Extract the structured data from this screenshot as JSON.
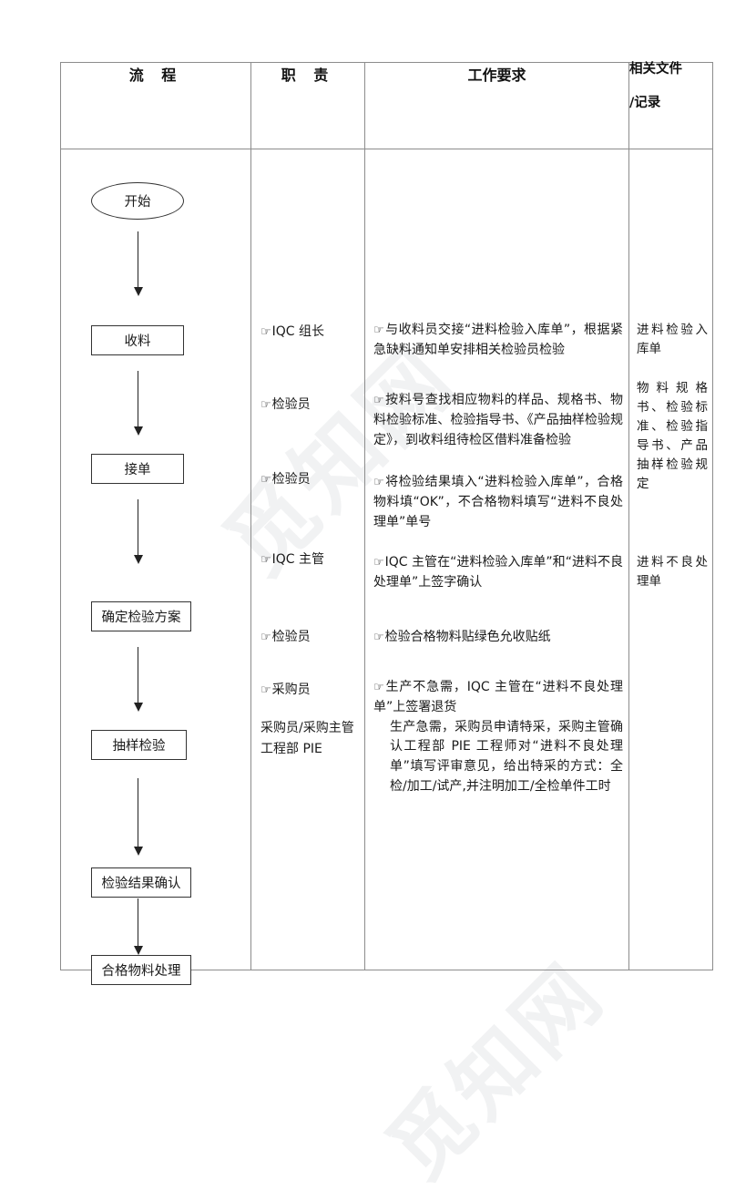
{
  "document": {
    "watermark_text": "觅知网"
  },
  "table": {
    "headers": {
      "flow": "流  程",
      "duty": "职  责",
      "requirement": "工作要求",
      "doc_line1": "相关文件",
      "doc_line2": "/记录"
    },
    "flow_nodes": [
      {
        "id": "start",
        "shape": "oval",
        "label": "开始"
      },
      {
        "id": "receive",
        "shape": "rect",
        "label": "收料"
      },
      {
        "id": "accept",
        "shape": "rect",
        "label": "接单"
      },
      {
        "id": "plan",
        "shape": "rect",
        "label": "确定检验方案"
      },
      {
        "id": "sampling",
        "shape": "rect",
        "label": "抽样检验"
      },
      {
        "id": "confirm",
        "shape": "rect",
        "label": "检验结果确认"
      },
      {
        "id": "handle",
        "shape": "rect",
        "label": "合格物料处理"
      }
    ],
    "duties": [
      {
        "marker": "☞",
        "label": "IQC 组长"
      },
      {
        "marker": "☞",
        "label": "检验员"
      },
      {
        "marker": "☞",
        "label": "检验员"
      },
      {
        "marker": "☞",
        "label": "IQC 主管"
      },
      {
        "marker": "☞",
        "label": "检验员"
      },
      {
        "marker": "☞",
        "label": "采购员"
      },
      {
        "marker": "",
        "label": "采购员/采购主管"
      },
      {
        "marker": "",
        "label": "工程部 PIE"
      }
    ],
    "requirements": [
      {
        "marker": "☞",
        "text": "与收料员交接“进料检验入库单”，根据紧急缺料通知单安排相关检验员检验"
      },
      {
        "marker": "☞",
        "text": "按料号查找相应物料的样品、规格书、物料检验标准、检验指导书、《产品抽样检验规定》，到收料组待检区借料准备检验"
      },
      {
        "marker": "☞",
        "text": "将检验结果填入“进料检验入库单”，合格物料填“OK”，不合格物料填写“进料不良处理单”单号"
      },
      {
        "marker": "☞",
        "text": "IQC 主管在“进料检验入库单”和“进料不良处理单”上签字确认"
      },
      {
        "marker": "☞",
        "text": "检验合格物料贴绿色允收贴纸"
      },
      {
        "marker": "☞",
        "text": "生产不急需，IQC 主管在“进料不良处理单”上签署退货",
        "extra": "生产急需，采购员申请特采，采购主管确认工程部 PIE 工程师对“进料不良处理单”填写评审意见，给出特采的方式：全检/加工/试产,并注明加工/全检单件工时"
      }
    ],
    "documents": [
      {
        "text": "进料检验入库单"
      },
      {
        "text": "物料规格书、检验标准、检验指导书、产品抽样检验规定"
      },
      {
        "text": "进料不良处理单"
      }
    ]
  }
}
